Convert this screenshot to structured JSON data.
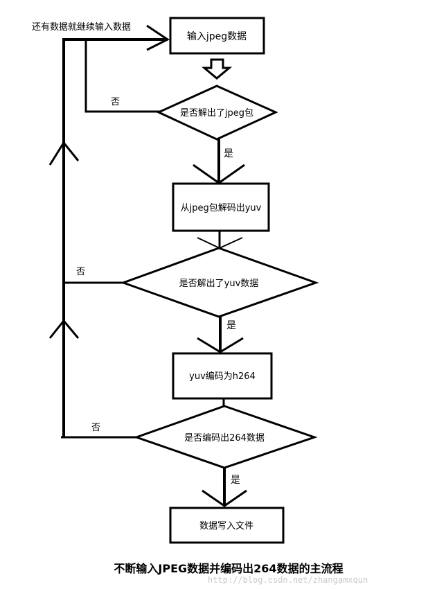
{
  "diagram": {
    "caption": "不断输入JPEG数据并编码出264数据的主流程",
    "watermark": "http://blog.csdn.net/zhangamxqun",
    "loop_label": "还有数据就继续输入数据",
    "steps": {
      "input_jpeg": "输入jpeg数据",
      "decode_to_yuv": "从jpeg包解码出yuv",
      "encode_h264": "yuv编码为h264",
      "write_file": "数据写入文件"
    },
    "decisions": {
      "jpeg_packet": "是否解出了jpeg包",
      "yuv_data": "是否解出了yuv数据",
      "h264_data": "是否编码出264数据"
    },
    "branch_labels": {
      "yes": "是",
      "no": "否"
    }
  },
  "colors": {
    "stroke": "#000000",
    "background": "#ffffff",
    "watermark": "#c8c8c8"
  }
}
